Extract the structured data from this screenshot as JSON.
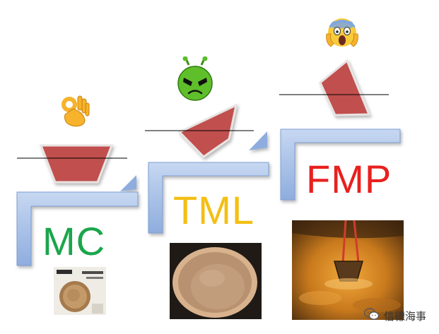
{
  "stages": [
    {
      "id": "mc",
      "label": "MC",
      "color": "#1aa64b",
      "emoji": "ok-hand-icon"
    },
    {
      "id": "tml",
      "label": "TML",
      "color": "#f3bf13",
      "emoji": "angry-alien-icon"
    },
    {
      "id": "fmp",
      "label": "FMP",
      "color": "#e8201e",
      "emoji": "screaming-face-icon"
    }
  ],
  "colors": {
    "step_fill": "#9cb9e4",
    "cargo_fill": "#c0504d",
    "cargo_outline": "#e9e3e3"
  },
  "watermark": {
    "text": "信德海事"
  }
}
